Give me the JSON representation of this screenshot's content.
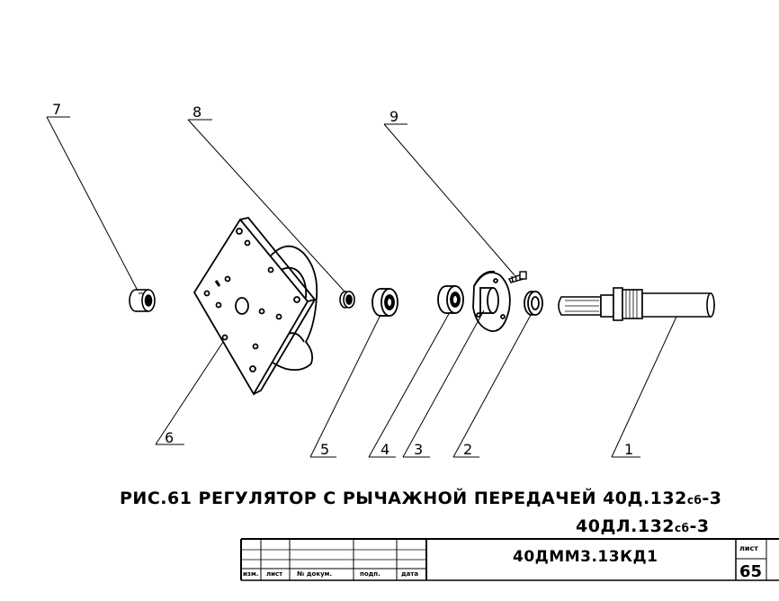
{
  "callouts": [
    "1",
    "2",
    "3",
    "4",
    "5",
    "6",
    "7",
    "8",
    "9"
  ],
  "caption": {
    "line1_main": "РИС.61 РЕГУЛЯТОР С РЫЧАЖНОЙ ПЕРЕДАЧЕЙ 40Д.132",
    "line1_sub": "сб",
    "line1_tail": "-3",
    "line2_main": "40ДЛ.132",
    "line2_sub": "сб",
    "line2_tail": "-3"
  },
  "title_block": {
    "col_izm": "изм.",
    "col_list": "лист",
    "col_doc": "№ докум.",
    "col_podp": "подп.",
    "col_data": "дата",
    "code": "40ДММ3.13КД1",
    "sheet_label": "лист",
    "sheet_number": "65"
  }
}
